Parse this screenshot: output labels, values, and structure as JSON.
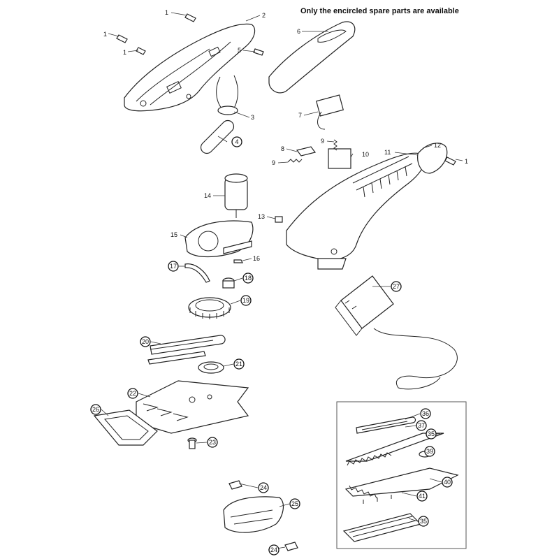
{
  "header": {
    "note": "Only the encircled spare parts are available"
  },
  "labels": {
    "p1a": "1",
    "p1b": "1",
    "p1c": "1",
    "p1d": "1",
    "p2": "2",
    "p3": "3",
    "p5": "5",
    "p6": "6",
    "p7": "7",
    "p8": "8",
    "p9a": "9",
    "p9b": "9",
    "p10": "10",
    "p11": "11",
    "p12": "12",
    "p13": "13",
    "p14": "14",
    "p15": "15",
    "p16": "16",
    "p4": "4",
    "p17": "17",
    "p18": "18",
    "p19": "19",
    "p20": "20",
    "p21": "21",
    "p22": "22",
    "p23": "23",
    "p24a": "24",
    "p24b": "24",
    "p25": "25",
    "p26": "26",
    "p27": "27",
    "p35a": "35",
    "p35b": "35",
    "p36": "36",
    "p37": "37",
    "p39": "39",
    "p40": "40",
    "p41": "41"
  }
}
